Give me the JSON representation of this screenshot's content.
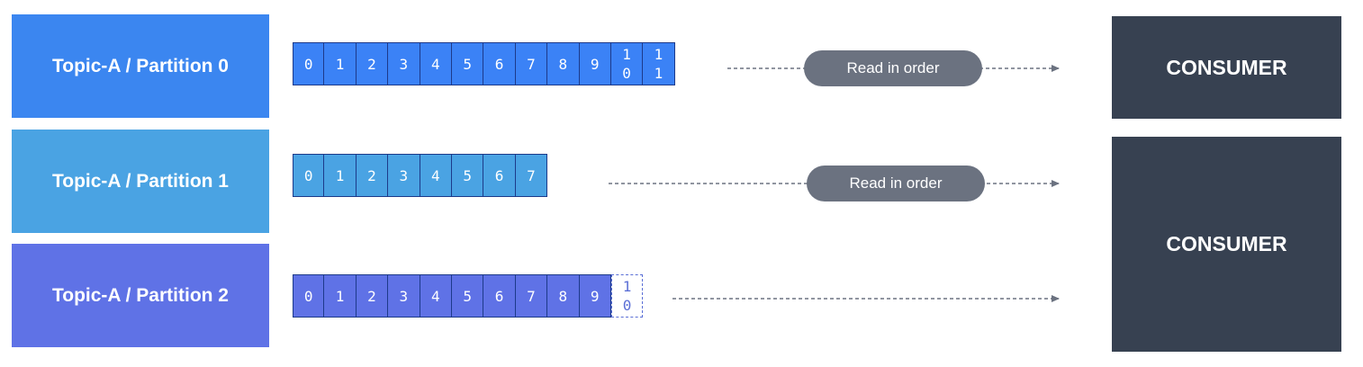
{
  "partitions": [
    {
      "label": "Topic-A / Partition 0",
      "color": "#3b86f0",
      "cell_color": "#3b82f6",
      "offsets": [
        "0",
        "1",
        "2",
        "3",
        "4",
        "5",
        "6",
        "7",
        "8",
        "9",
        "1\n0",
        "1\n1"
      ],
      "pending_offsets": []
    },
    {
      "label": "Topic-A / Partition 1",
      "color": "#4aa3e3",
      "cell_color": "#4aa3e3",
      "offsets": [
        "0",
        "1",
        "2",
        "3",
        "4",
        "5",
        "6",
        "7"
      ],
      "pending_offsets": []
    },
    {
      "label": "Topic-A / Partition 2",
      "color": "#5f72e6",
      "cell_color": "#5f72e6",
      "offsets": [
        "0",
        "1",
        "2",
        "3",
        "4",
        "5",
        "6",
        "7",
        "8",
        "9"
      ],
      "pending_offsets": [
        "1\n0"
      ]
    }
  ],
  "flows": [
    {
      "label": "Read in order"
    },
    {
      "label": "Read in order"
    }
  ],
  "consumers": [
    {
      "label": "CONSUMER"
    },
    {
      "label": "CONSUMER"
    }
  ]
}
